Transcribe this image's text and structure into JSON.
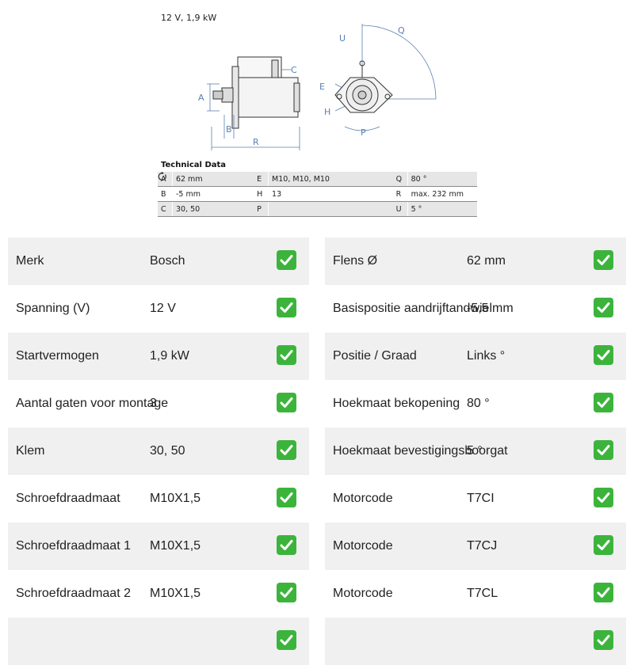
{
  "drawing": {
    "spec_line": "12 V, 1,9 kW",
    "labels": {
      "A": "A",
      "B": "B",
      "C": "C",
      "R": "R",
      "E": "E",
      "H": "H",
      "P": "P",
      "Q": "Q",
      "U": "U"
    }
  },
  "technical_data": {
    "title": "Technical Data",
    "rows": [
      {
        "k1": "A",
        "v1": "62 mm",
        "k2": "E",
        "v2": "M10, M10, M10",
        "k3": "Q",
        "v3": "80 °"
      },
      {
        "k1": "B",
        "v1": "-5 mm",
        "k2": "H",
        "v2": "13",
        "k3": "R",
        "v3": "max. 232 mm"
      },
      {
        "k1": "C",
        "v1": "30, 50",
        "k2": "P",
        "v2": "",
        "k3": "U",
        "v3": "5 °"
      }
    ]
  },
  "specs_left": [
    {
      "label": "Merk",
      "value": "Bosch"
    },
    {
      "label": "Spanning (V)",
      "value": "12 V"
    },
    {
      "label": "Startvermogen",
      "value": "1,9 kW"
    },
    {
      "label": "Aantal gaten voor montage",
      "value": "3"
    },
    {
      "label": "Klem",
      "value": "30, 50"
    },
    {
      "label": "Schroefdraadmaat",
      "value": "M10X1,5"
    },
    {
      "label": "Schroefdraadmaat 1",
      "value": "M10X1,5"
    },
    {
      "label": "Schroefdraadmaat 2",
      "value": "M10X1,5"
    }
  ],
  "specs_right": [
    {
      "label": "Flens Ø",
      "value": "62 mm"
    },
    {
      "label": "Basispositie aandrijftandwiel",
      "value": "-5,5 mm"
    },
    {
      "label": "Positie / Graad",
      "value": "Links °"
    },
    {
      "label": "Hoekmaat bekopening",
      "value": "80 °"
    },
    {
      "label": "Hoekmaat bevestigingsboorgat",
      "value": "5 °"
    },
    {
      "label": "Motorcode",
      "value": "T7CI"
    },
    {
      "label": "Motorcode",
      "value": "T7CJ"
    },
    {
      "label": "Motorcode",
      "value": "T7CL"
    }
  ],
  "icons": {
    "verified": "check-icon",
    "rotation": "rotation-direction-icon"
  },
  "colors": {
    "check": "#3cb43c",
    "row_shade": "#f0f0f0",
    "drawing_blue": "#5a7fb0"
  }
}
